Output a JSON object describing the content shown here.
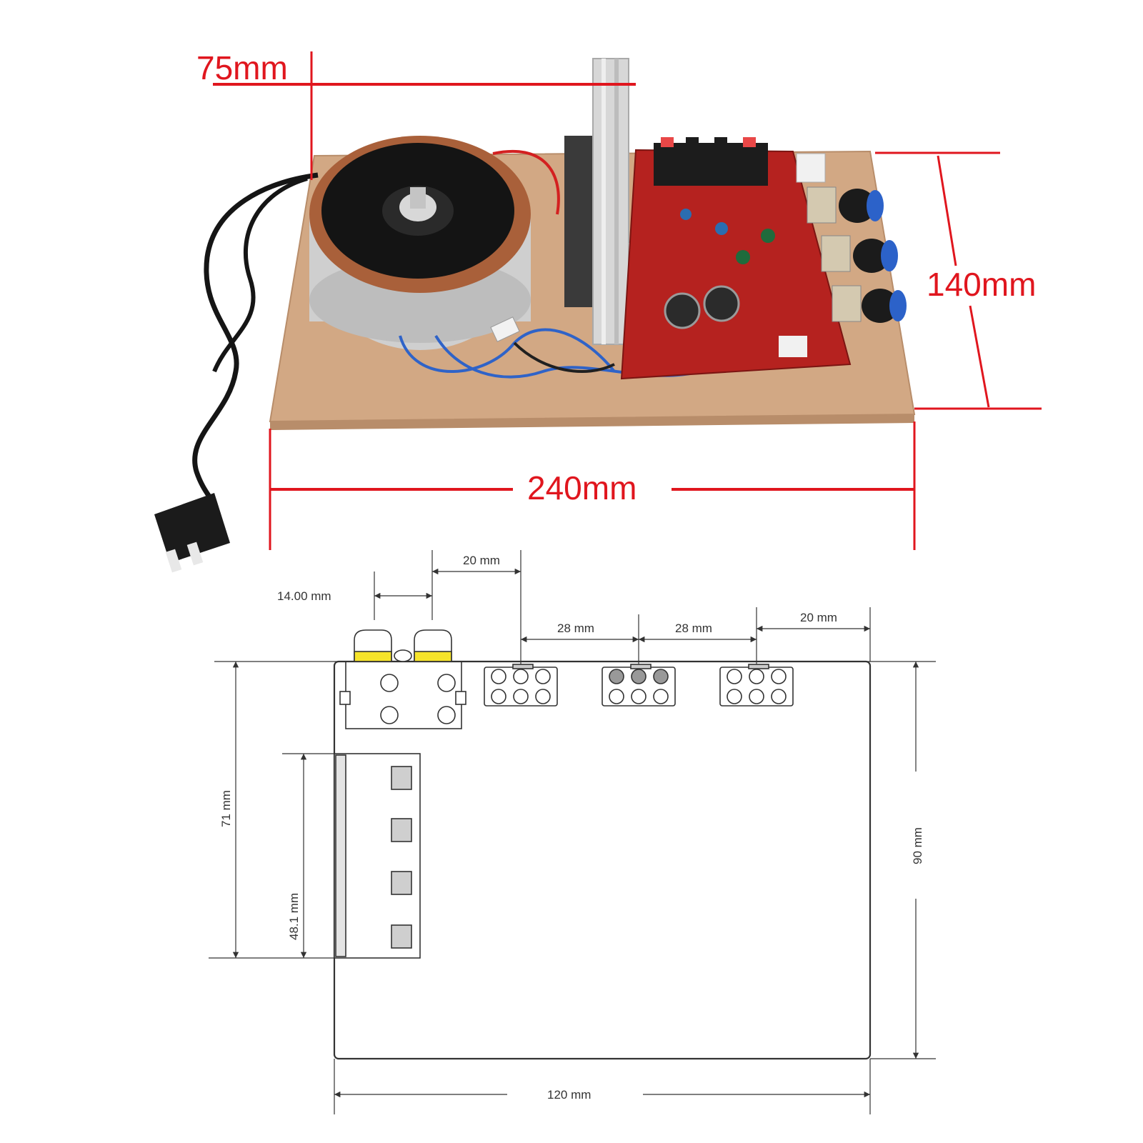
{
  "photo": {
    "labels": {
      "height": "75mm",
      "depth": "140mm",
      "width": "240mm"
    },
    "accent_color": "#e0161e"
  },
  "drawing": {
    "labels": {
      "rca_spacing": "14.00 mm",
      "rca_to_first": "20 mm",
      "gap_1": "28 mm",
      "gap_2": "28 mm",
      "last_to_edge": "20 mm",
      "height_left": "71 mm",
      "heatsink": "48.1 mm",
      "height_right": "90 mm",
      "width": "120 mm"
    },
    "line_color": "#333333"
  }
}
